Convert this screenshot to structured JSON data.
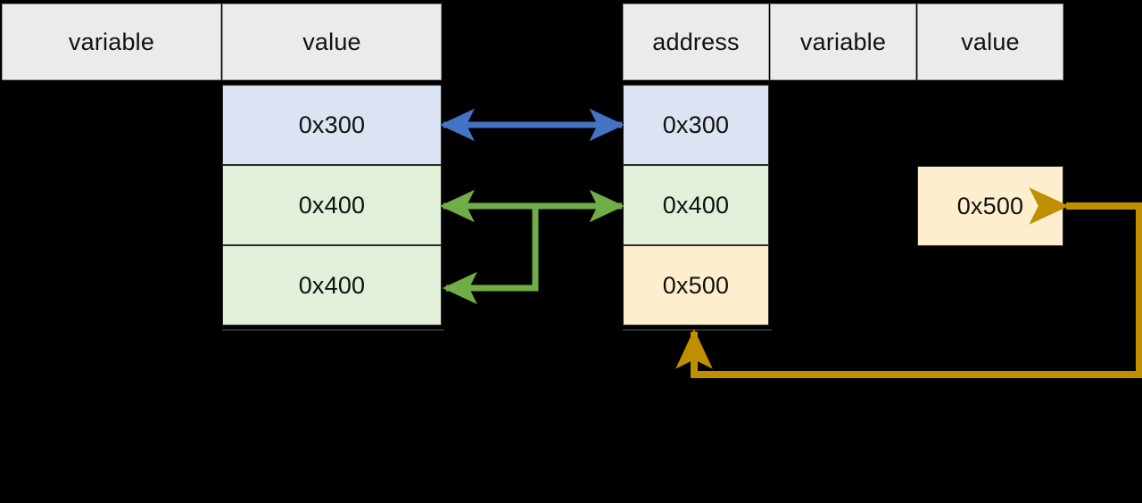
{
  "diagram": {
    "title": "pointer-assignment-memory-diagram",
    "background_color": "#000000",
    "palette": {
      "header_fill": "#ebebeb",
      "blue_fill": "#dce3f3",
      "green_fill": "#e2efd9",
      "cream_fill": "#fdeecd",
      "blue_arrow": "#4472c4",
      "green_arrow": "#70ad47",
      "orange_arrow": "#bf8f00",
      "border": "#2b2b2b",
      "text": "#111111"
    }
  },
  "left_table": {
    "name": "stack-table",
    "headers": [
      {
        "label": "variable"
      },
      {
        "label": "value"
      }
    ],
    "rows": [
      {
        "variable": "",
        "value": "0x300",
        "color": "blue"
      },
      {
        "variable": "",
        "value": "0x400",
        "color": "green"
      },
      {
        "variable": "",
        "value": "0x400",
        "color": "green"
      }
    ]
  },
  "right_table": {
    "name": "heap-table",
    "headers": [
      {
        "label": "address"
      },
      {
        "label": "variable"
      },
      {
        "label": "value"
      }
    ],
    "rows": [
      {
        "address": "0x300",
        "variable": "",
        "value": "",
        "color": "blue"
      },
      {
        "address": "0x400",
        "variable": "",
        "value": "",
        "color": "green"
      },
      {
        "address": "0x500",
        "variable": "",
        "value": "",
        "color": "cream"
      }
    ]
  },
  "standalone_box": {
    "name": "new-allocation-box",
    "label": "0x500",
    "color": "cream"
  },
  "connectors": [
    {
      "name": "blue-connector",
      "color": "#4472c4",
      "from": "left value 0x300",
      "to": "right address 0x300",
      "arrowhead": "end"
    },
    {
      "name": "green-connector-upper",
      "color": "#70ad47",
      "from": "left value 0x400 (row 2)",
      "to": "right address 0x400",
      "arrowhead": "end"
    },
    {
      "name": "green-connector-lower",
      "color": "#70ad47",
      "from": "left value 0x400 (row 3)",
      "to": "right address 0x400",
      "arrowhead": "end"
    },
    {
      "name": "orange-connector",
      "color": "#bf8f00",
      "from": "standalone box 0x500",
      "to": "right address 0x500",
      "arrowhead": "both"
    }
  ]
}
